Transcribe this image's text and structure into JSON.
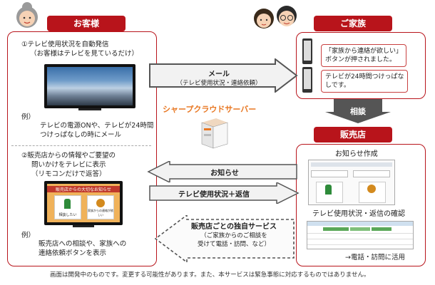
{
  "customer": {
    "tab_label": "お客様",
    "section1_line1": "①テレビ使用状況を自動発信",
    "section1_line2": "（お客様はテレビを見ているだけ）",
    "example1_label": "例）",
    "example1_line1": "テレビの電源ONや、テレビが24時間",
    "example1_line2": "つけっぱなしの時にメール",
    "section2_line1": "②販売店からの情報やご要望の",
    "section2_line2": "問いかけをテレビに表示",
    "section2_line3": "（リモコンだけで返答）",
    "example2_label": "例）",
    "example2_line1": "販売店への相談や、家族への",
    "example2_line2": "連絡依頼ボタンを表示",
    "tv_menu_title": "販売店からの大切なお知らせ",
    "tv_menu_option1": "相談したい",
    "tv_menu_option2": "家族からの連絡が欲しい"
  },
  "family": {
    "tab_label": "ご家族",
    "bubble1_line1": "「家族から連絡が欲しい」",
    "bubble1_line2": "ボタンが押されました。",
    "bubble2_line1": "テレビが24時間つけっぱな",
    "bubble2_line2": "しです。"
  },
  "store": {
    "tab_label": "販売店",
    "notice_create": "お知らせ作成",
    "status_confirm": "テレビ使用状況・返信の確認",
    "phone_visit": "→電話・訪問に活用"
  },
  "arrows": {
    "mail_title": "メール",
    "mail_sub": "（テレビ使用状況・連絡依頼）",
    "consult": "相談",
    "notice": "お知らせ",
    "status_reply": "テレビ使用状況＋返信",
    "service_title": "販売店ごとの独自サービス",
    "service_sub1": "（ご家族からのご相談を",
    "service_sub2": "受けて電話・訪問、など）"
  },
  "server_label": "シャープクラウドサーバー",
  "footnote": "画面は開発中のものです。変更する可能性があります。また、本サービスは緊急事態に対応するものではありません。",
  "colors": {
    "accent_red": "#b8141b",
    "arrow_gray": "#555555",
    "server_orange": "#e87722"
  }
}
